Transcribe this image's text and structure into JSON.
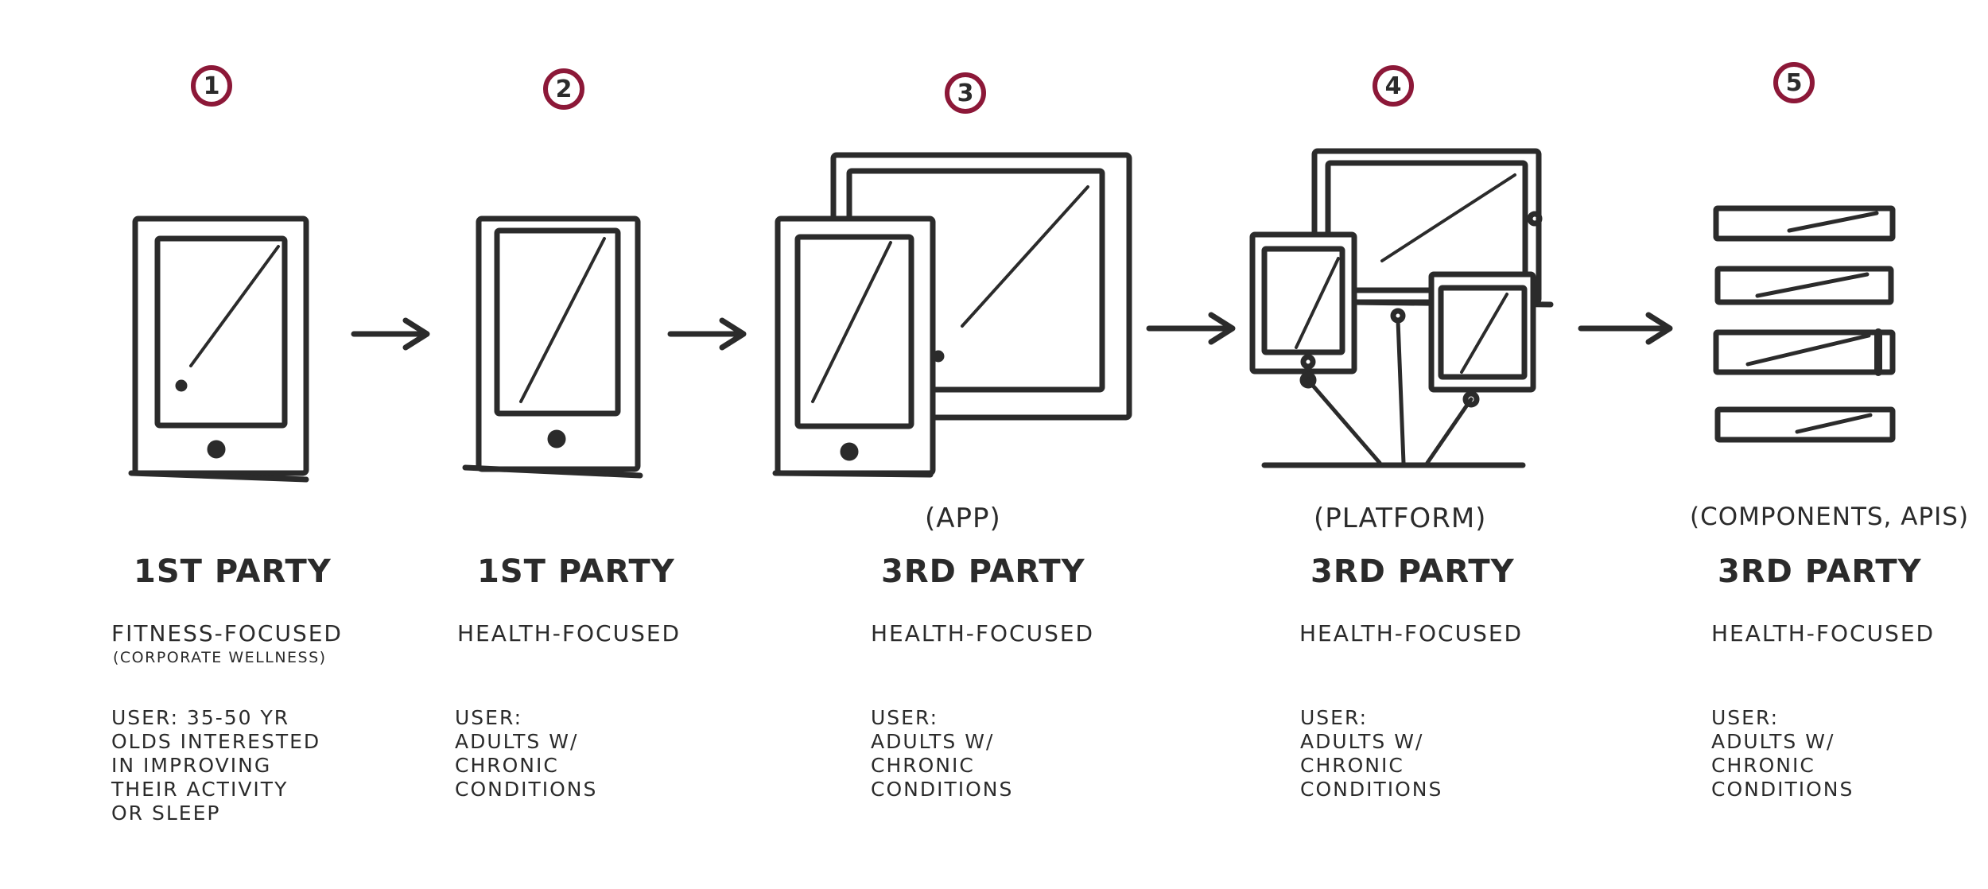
{
  "accent_color": "#8c1838",
  "ink_color": "#2b2b2b",
  "stages": [
    {
      "number": "1",
      "qualifier": "",
      "party": "1ST PARTY",
      "focus": "FITNESS-FOCUSED",
      "focus_note": "(CORPORATE WELLNESS)",
      "user": "USER: 35-50 YR\nOLDS INTERESTED\nIN IMPROVING\nTHEIR ACTIVITY\nOR SLEEP",
      "device": "phone-icon"
    },
    {
      "number": "2",
      "qualifier": "",
      "party": "1ST PARTY",
      "focus": "HEALTH-FOCUSED",
      "focus_note": "",
      "user": "USER: ADULTS W/\nCHRONIC CONDITIONS",
      "device": "phone-icon"
    },
    {
      "number": "3",
      "qualifier": "(APP)",
      "party": "3RD PARTY",
      "focus": "HEALTH-FOCUSED",
      "focus_note": "",
      "user": "USER: ADULTS W/\nCHRONIC CONDITIONS",
      "device": "phone-and-tablet-icon"
    },
    {
      "number": "4",
      "qualifier": "(PLATFORM)",
      "party": "3RD PARTY",
      "focus": "HEALTH-FOCUSED",
      "focus_note": "",
      "user": "USER: ADULTS W/\nCHRONIC CONDITIONS",
      "device": "connected-devices-icon"
    },
    {
      "number": "5",
      "qualifier": "(COMPONENTS, APIS)",
      "party": "3RD PARTY",
      "focus": "HEALTH-FOCUSED",
      "focus_note": "",
      "user": "USER: ADULTS W/\nCHRONIC CONDITIONS",
      "device": "component-stack-icon"
    }
  ]
}
